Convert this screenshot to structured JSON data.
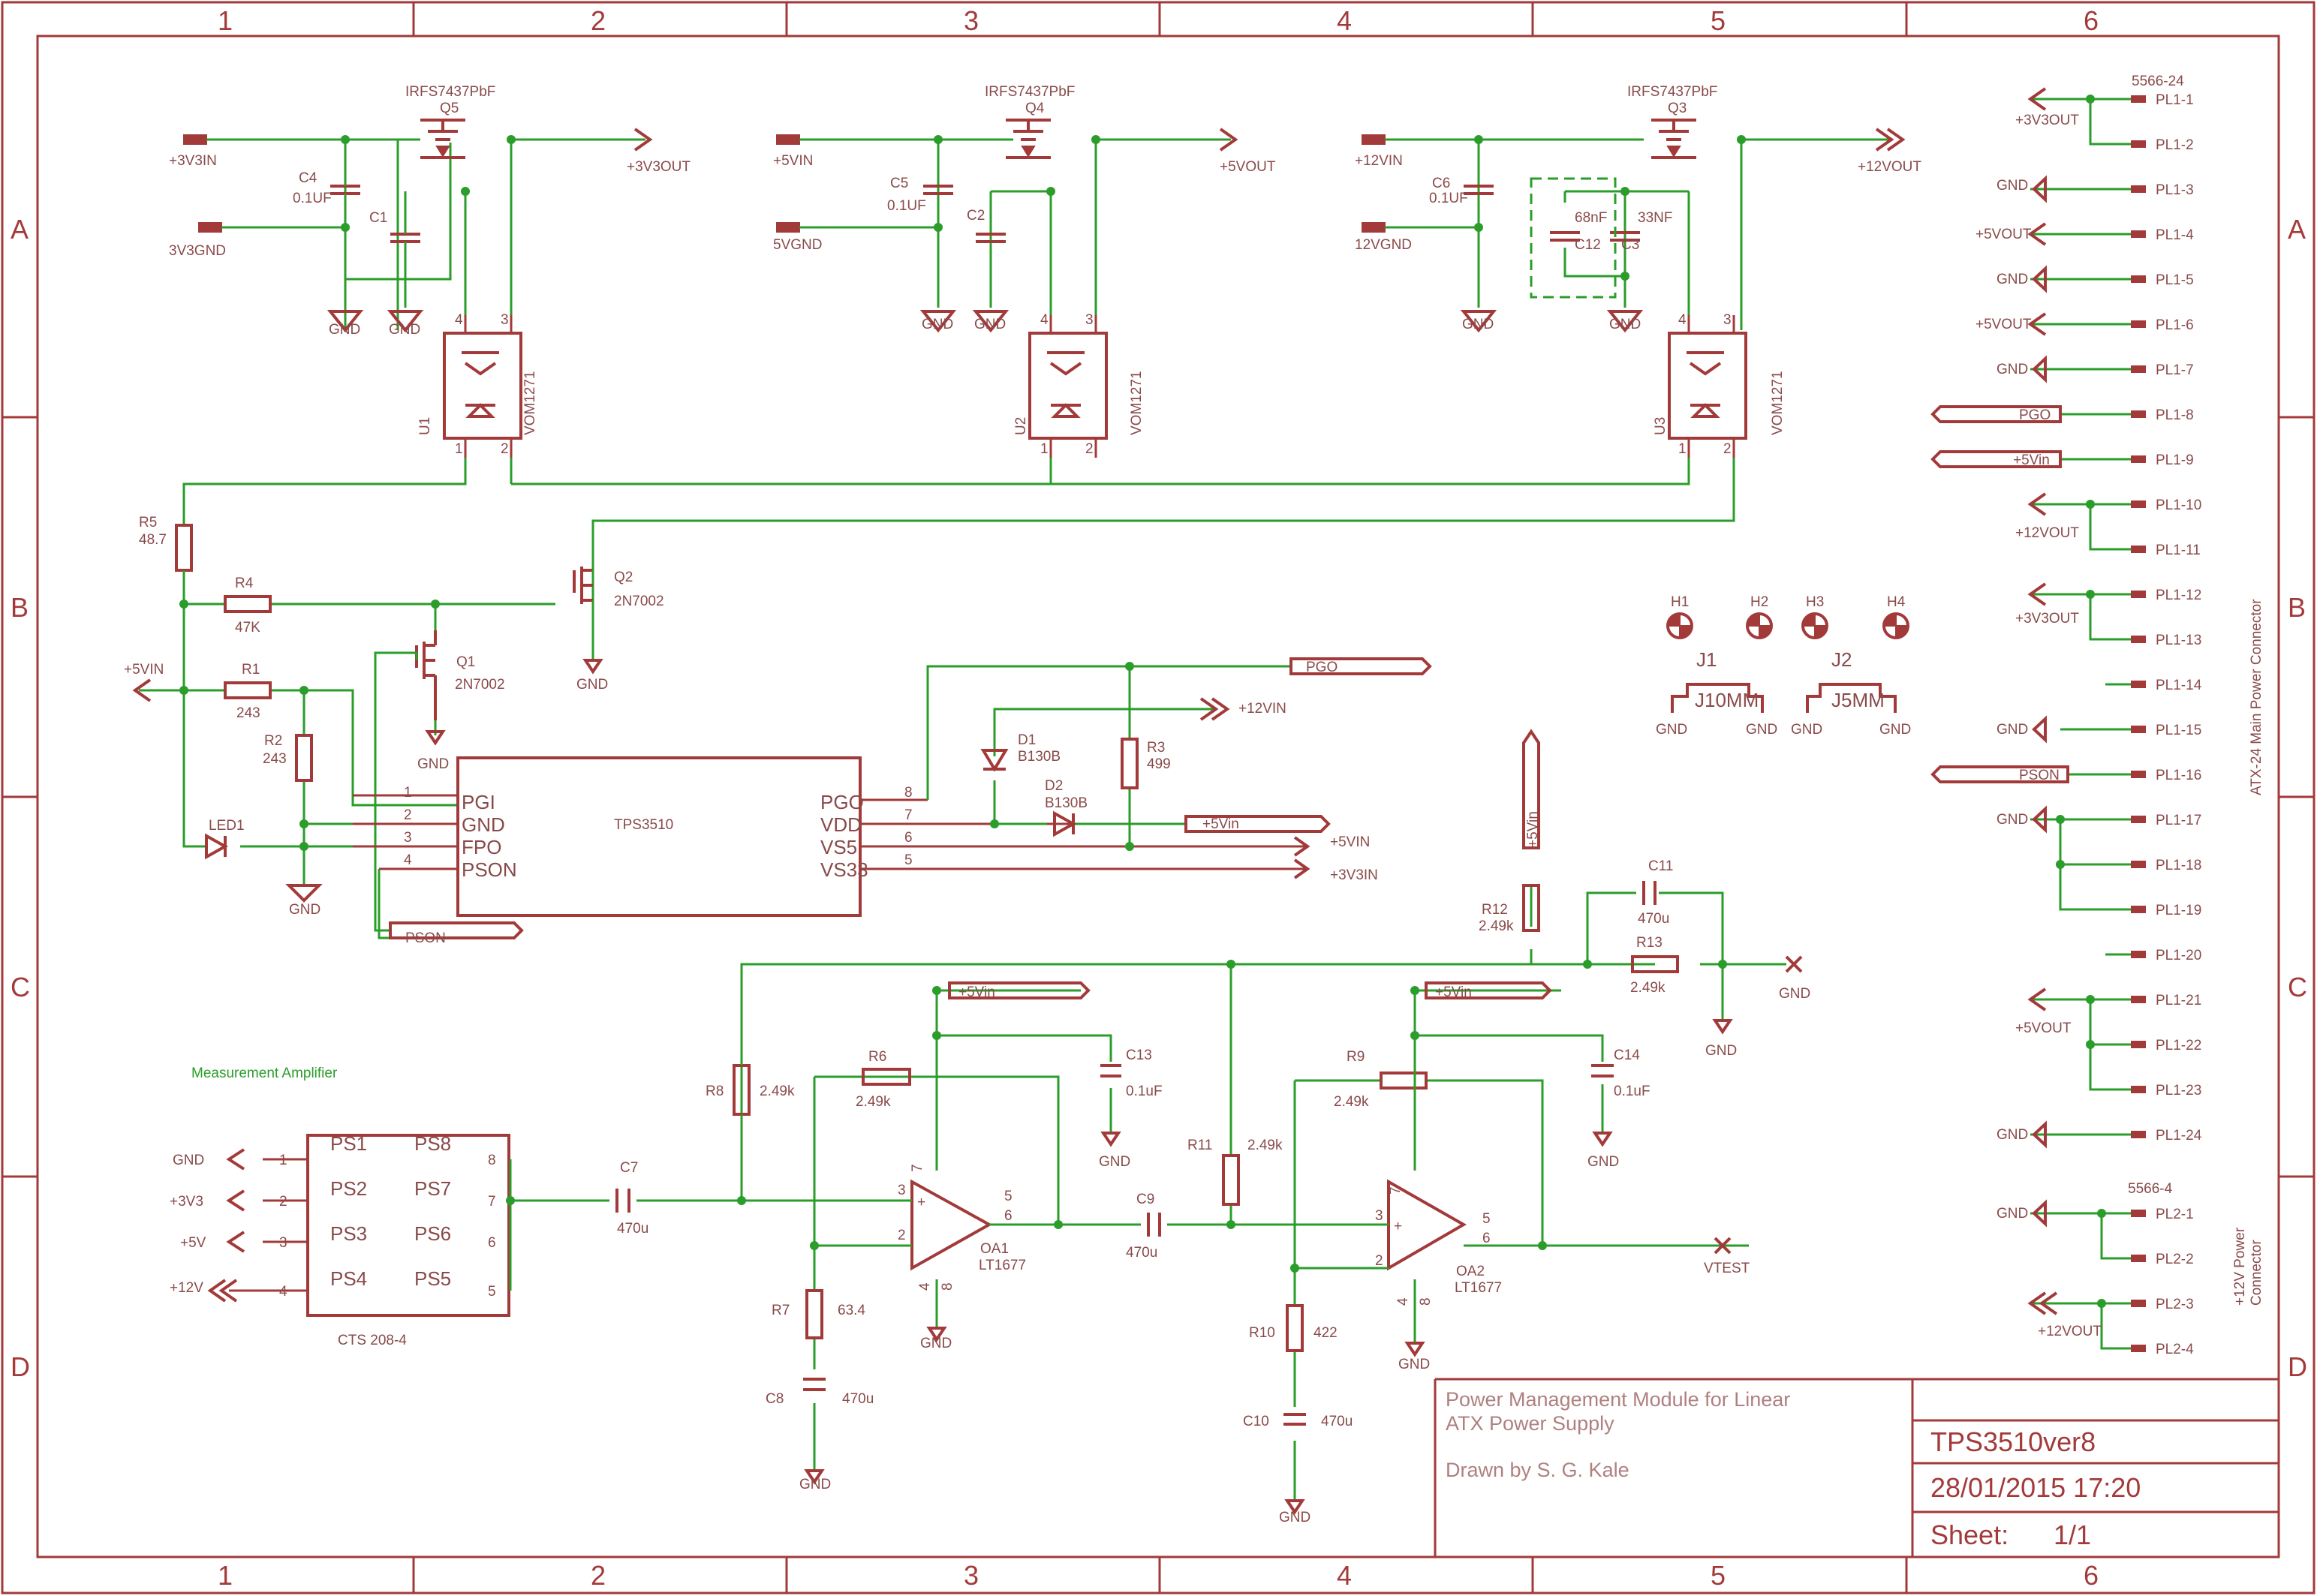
{
  "grid": {
    "cols": [
      "1",
      "2",
      "3",
      "4",
      "5",
      "6"
    ],
    "rows": [
      "A",
      "B",
      "C",
      "D"
    ]
  },
  "title_block": {
    "line1": "Power Management Module for Linear",
    "line2": "ATX Power Supply",
    "line3": "Drawn by S. G. Kale",
    "name": "TPS3510ver8",
    "date": "28/01/2015 17:20",
    "sheet_label": "Sheet:",
    "sheet_value": "1/1"
  },
  "labels": {
    "v33in": "+3V3IN",
    "v33gnd": "3V3GND",
    "v5in": "+5VIN",
    "v5gnd": "5VGND",
    "v12in": "+12VIN",
    "v12gnd": "12VGND",
    "v33out": "+3V3OUT",
    "v5out": "+5VOUT",
    "v12out": "+12VOUT",
    "gnd": "GND",
    "mosfet": "IRFS7437PbF",
    "q5": "Q5",
    "q4": "Q4",
    "q3": "Q3",
    "c4": "C4",
    "c5": "C5",
    "c6": "C6",
    "c1": "C1",
    "c2": "C2",
    "cap01": "0.1UF",
    "c12": "C12",
    "c3": "C3",
    "c12v": "68nF",
    "c3v": "33NF",
    "u1": "U1",
    "u2": "U2",
    "u3": "U3",
    "vom": "VOM1271",
    "p1": "1",
    "p2": "2",
    "p3": "3",
    "p4": "4",
    "r5": "R5",
    "r5v": "48.7",
    "r4": "R4",
    "r4v": "47K",
    "r1": "R1",
    "r1v": "243",
    "r2": "R2",
    "r2v": "243",
    "q1": "Q1",
    "q2": "Q2",
    "n7002": "2N7002",
    "led1": "LED1",
    "v5inl": "+5VIN",
    "tps": "TPS3510",
    "pgi": "PGI",
    "gndp": "GND",
    "fpo": "FPO",
    "pson": "PSON",
    "pgo": "PGO",
    "vdd": "VDD",
    "vs5": "VS5",
    "vs33": "VS33",
    "p5": "5",
    "p6": "6",
    "p7": "7",
    "p8": "8",
    "d1": "D1",
    "d2": "D2",
    "b130b": "B130B",
    "r3": "R3",
    "r3v": "499",
    "v12inr": "+12VIN",
    "v5vin": "+5Vin",
    "v5inr": "+5VIN",
    "v33inr": "+3V3IN",
    "psonf": "PSON",
    "pgof": "PGO",
    "h1": "H1",
    "h2": "H2",
    "h3": "H3",
    "h4": "H4",
    "j1": "J1",
    "j2": "J2",
    "j10": "J10MM",
    "j5": "J5MM",
    "meas": "Measurement Amplifier",
    "cts": "CTS 208-4",
    "ps1": "PS1",
    "ps2": "PS2",
    "ps3": "PS3",
    "ps4": "PS4",
    "ps5": "PS5",
    "ps6": "PS6",
    "ps7": "PS7",
    "ps8": "PS8",
    "v33": "+3V3",
    "v5": "+5V",
    "v12": "+12V",
    "c7": "C7",
    "c8": "C8",
    "c9": "C9",
    "c10": "C10",
    "c11": "C11",
    "c13": "C13",
    "c14": "C14",
    "u470": "470u",
    "uf01": "0.1uF",
    "uf01s": "0.1uF",
    "r6": "R6",
    "r7": "R7",
    "r8": "R8",
    "r9": "R9",
    "r10": "R10",
    "r11": "R11",
    "r12": "R12",
    "r13": "R13",
    "k249": "2.49k",
    "r7v": "63.4",
    "r10v": "422",
    "oa1": "OA1",
    "oa2": "OA2",
    "lt": "LT1677",
    "vtest": "VTEST",
    "p5566_24": "5566-24",
    "p5566_4": "5566-4",
    "atx": "ATX-24 Main Power Connector",
    "pwr12a": "+12V Power",
    "pwr12b": "Connector",
    "pl1_1": "PL1-1",
    "pl1_2": "PL1-2",
    "pl1_3": "PL1-3",
    "pl1_4": "PL1-4",
    "pl1_5": "PL1-5",
    "pl1_6": "PL1-6",
    "pl1_7": "PL1-7",
    "pl1_8": "PL1-8",
    "pl1_9": "PL1-9",
    "pl1_10": "PL1-10",
    "pl1_11": "PL1-11",
    "pl1_12": "PL1-12",
    "pl1_13": "PL1-13",
    "pl1_14": "PL1-14",
    "pl1_15": "PL1-15",
    "pl1_16": "PL1-16",
    "pl1_17": "PL1-17",
    "pl1_18": "PL1-18",
    "pl1_19": "PL1-19",
    "pl1_20": "PL1-20",
    "pl1_21": "PL1-21",
    "pl1_22": "PL1-22",
    "pl1_23": "PL1-23",
    "pl1_24": "PL1-24",
    "pl2_1": "PL2-1",
    "pl2_2": "PL2-2",
    "pl2_3": "PL2-3",
    "pl2_4": "PL2-4",
    "plus": "+"
  }
}
